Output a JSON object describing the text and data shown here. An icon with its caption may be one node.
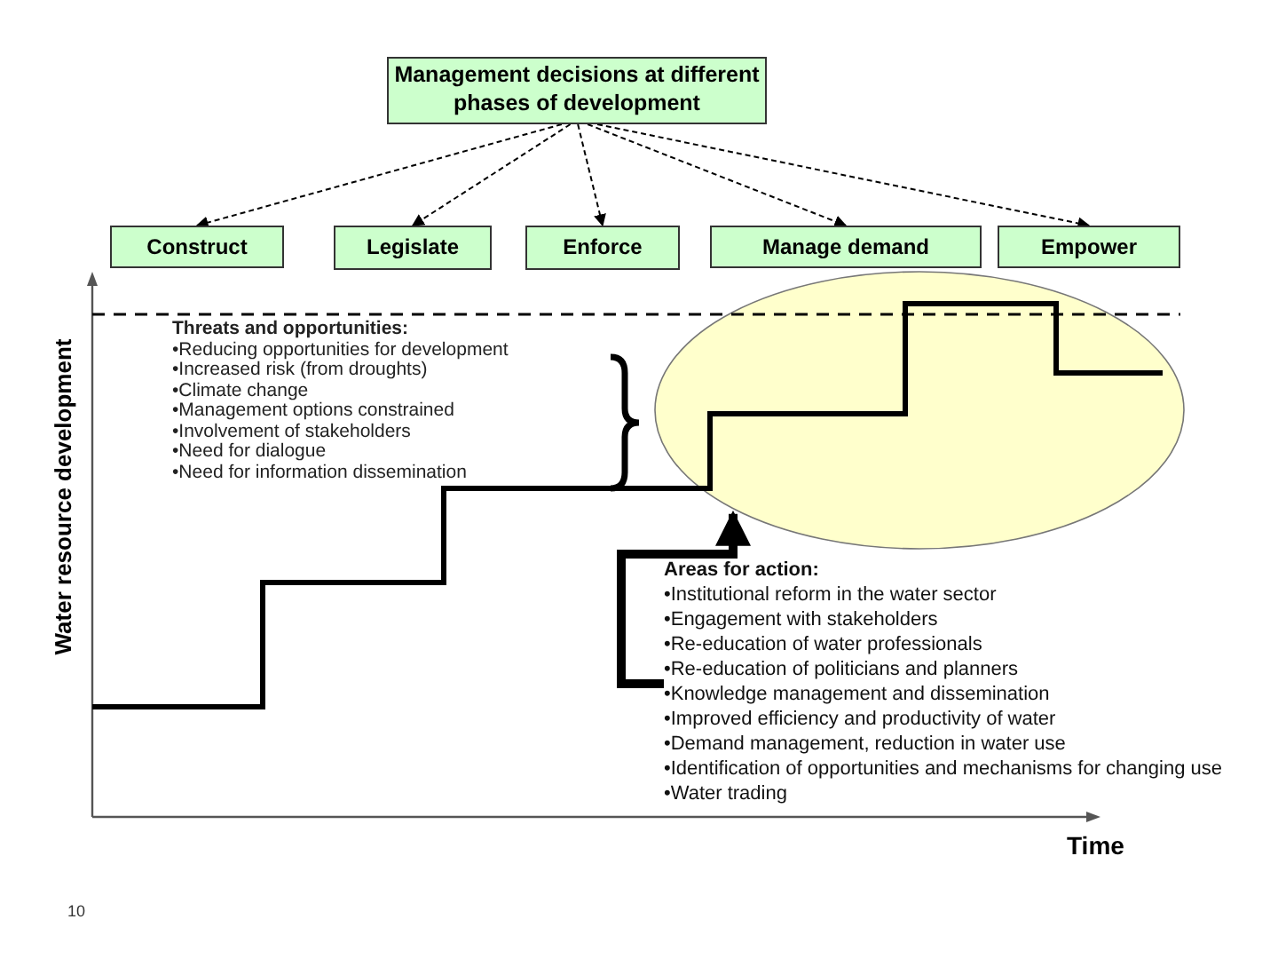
{
  "diagram": {
    "nodes": [
      {
        "text": [
          "Management decisions at different phases of development"
        ]
      },
      {
        "text": [
          "Construct"
        ]
      },
      {
        "text": [
          "Legislate"
        ]
      },
      {
        "text": [
          "Enforce"
        ]
      },
      {
        "text": [
          "Manage demand"
        ]
      },
      {
        "text": [
          "Empower"
        ]
      },
      {
        "text": [
          "Areas for action:",
          "•Institutional reform in the water sector",
          "•Engagement with stakeholders",
          "•Re-education of water professionals",
          "•Re-education of politicians and planners",
          "•Knowledge management and dissemination",
          "•Improved efficiency and productivity of water",
          "•Demand management, reduction in water use",
          "•Identification of opportunities and mechanisms for changing use",
          "•Water trading"
        ]
      },
      {
        "text": [],
        "shape": "ellipse"
      }
    ],
    "edges": [
      {
        "from": 0,
        "to": 1,
        "arrow": "to",
        "style": "dashed"
      },
      {
        "from": 0,
        "to": 2,
        "arrow": "to",
        "style": "dashed"
      },
      {
        "from": 0,
        "to": 3,
        "arrow": "to",
        "style": "dashed"
      },
      {
        "from": 0,
        "to": 4,
        "arrow": "to",
        "style": "dashed"
      },
      {
        "from": 0,
        "to": 5,
        "arrow": "to",
        "style": "dashed"
      },
      {
        "from": 6,
        "to": 7,
        "arrow": "to",
        "style": "thick"
      }
    ],
    "labels": [
      "Water resource development",
      "Threats and opportunities:",
      "•Reducing opportunities for development",
      "•Increased risk (from droughts)",
      "•Climate change",
      "•Management options constrained",
      "•Involvement of stakeholders",
      "•Need for dialogue",
      "•Need for information dissemination",
      "Time",
      "10"
    ]
  }
}
